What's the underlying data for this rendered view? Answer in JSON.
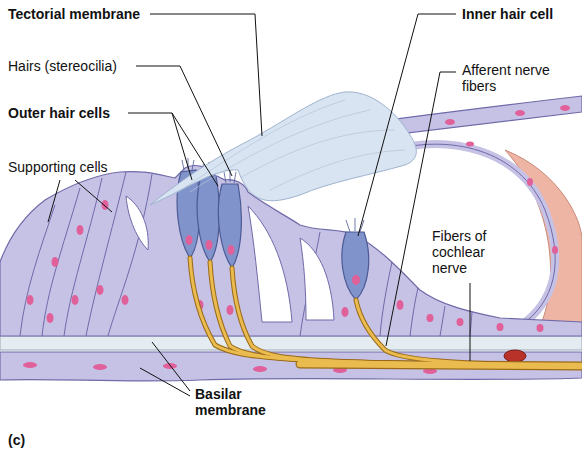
{
  "diagram": {
    "labels": [
      "Tectorial membrane",
      "Hairs (stereocilia)",
      "Outer hair cells",
      "Supporting cells",
      "Inner hair cell",
      "Afferent nerve fibers",
      "Fibers of cochlear nerve",
      "Basilar membrane",
      "(c)"
    ]
  }
}
